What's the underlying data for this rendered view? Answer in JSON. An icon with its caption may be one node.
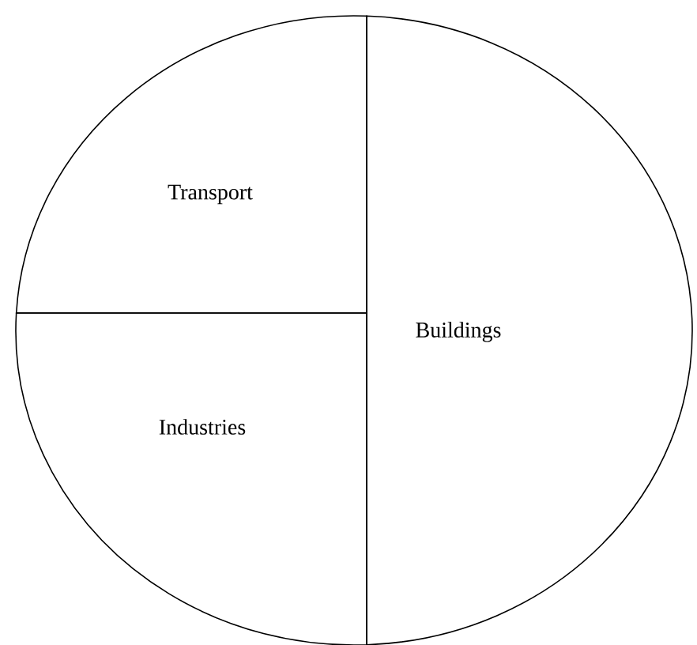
{
  "diagram": {
    "nodes": [
      {
        "text": [
          "Transport"
        ]
      },
      {
        "text": [
          "Industries"
        ]
      },
      {
        "text": [
          "Buildings"
        ]
      }
    ]
  }
}
